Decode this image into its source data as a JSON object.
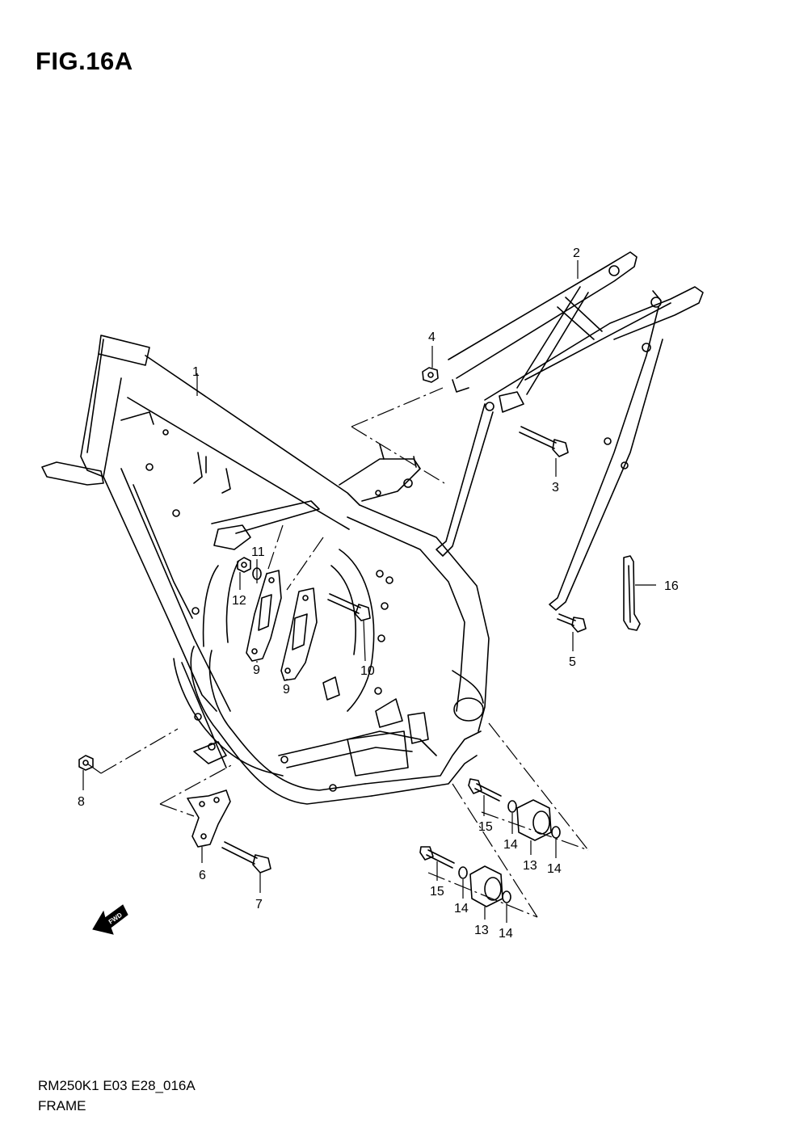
{
  "figure_title": "FIG.16A",
  "model_code": "RM250K1 E03 E28_016A",
  "caption": "FRAME",
  "fwd_label": "FWD",
  "callouts": [
    "1",
    "2",
    "3",
    "4",
    "5",
    "6",
    "7",
    "8",
    "9",
    "9",
    "10",
    "11",
    "12",
    "13",
    "13",
    "14",
    "14",
    "14",
    "14",
    "15",
    "15",
    "16"
  ]
}
